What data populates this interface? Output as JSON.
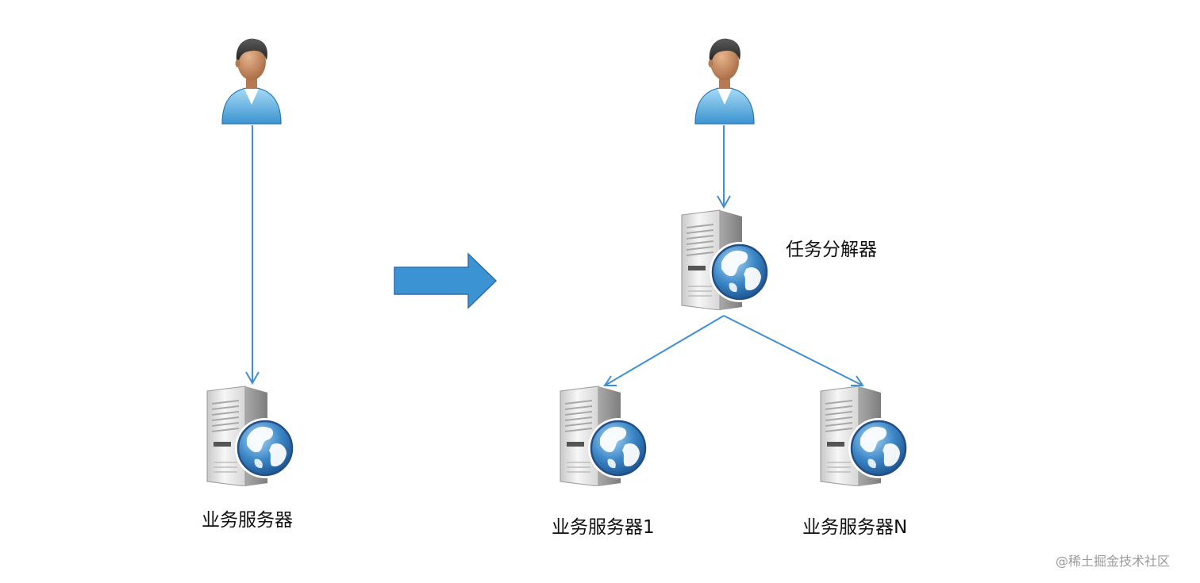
{
  "left": {
    "server_label": "业务服务器"
  },
  "right": {
    "splitter_label": "任务分解器",
    "server1_label": "业务服务器1",
    "serverN_label": "业务服务器N"
  },
  "watermark": "@稀土掘金技术社区",
  "colors": {
    "connector": "#3f8fd2",
    "transform_arrow": "#3c93d4"
  }
}
